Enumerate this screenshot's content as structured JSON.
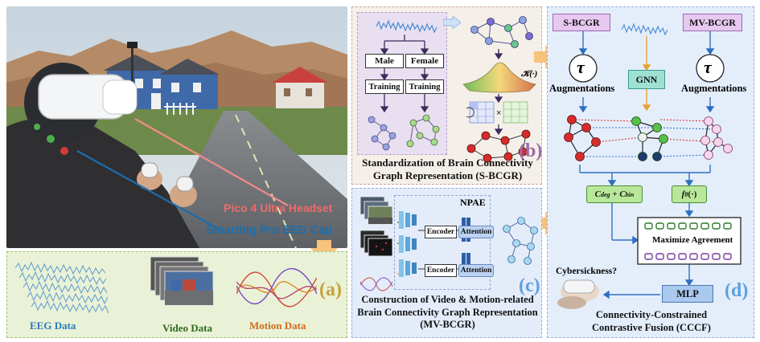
{
  "photo": {
    "headset_label": "Pico 4 Ultra Headset",
    "cap_label": "Smarting Pro EEG Cap"
  },
  "panel_a": {
    "letter": "(a)",
    "eeg_label": "EEG Data",
    "video_label": "Video Data",
    "motion_label": "Motion Data"
  },
  "panel_b": {
    "letter": "(b)",
    "male": "Male",
    "female": "Female",
    "training_1": "Training",
    "training_2": "Training",
    "kernel": "𝒦(·)",
    "caption_line1": "Standardization of Brain Connectivity",
    "caption_line2": "Graph Representation (S-BCGR)"
  },
  "panel_c": {
    "letter": "(c)",
    "npae": "NPAE",
    "encoder_1": "Encoder",
    "encoder_2": "Encoder",
    "attention_1": "Attention",
    "attention_2": "Attention",
    "caption_line1": "Construction of Video & Motion-related",
    "caption_line2": "Brain Connectivity Graph Representation",
    "caption_line3": "(MV-BCGR)"
  },
  "panel_d": {
    "letter": "(d)",
    "sbcgr": "S-BCGR",
    "mvbcgr": "MV-BCGR",
    "tau_left": "τ",
    "tau_right": "τ",
    "aug_left": "Augmentations",
    "aug_right": "Augmentations",
    "gnn": "GNN",
    "cdeg_main": "C",
    "cdeg_sub": "deg",
    "cbin_main": "C",
    "cbin_sub": "bin",
    "plus": " + ",
    "ftheta_main": "f",
    "ftheta_sub": "θ",
    "ftheta_arg": "(·)",
    "maximize": "Maximize Agreement",
    "cybersickness": "Cybersickness?",
    "mlp": "MLP",
    "caption_line1": "Connectivity-Constrained",
    "caption_line2": "Contrastive Fusion (CCCF)"
  },
  "colors": {
    "panel_a_letter": "#c7a23a",
    "panel_b_letter": "#9b6aa8",
    "panel_c_letter": "#5ea0de",
    "panel_d_letter": "#5ea0de",
    "headset_label": "#f06a6a",
    "cap_label": "#1a6fb0",
    "eeg_label": "#2a7bbd",
    "video_label": "#2f6a1f",
    "motion_label": "#d4691e",
    "sbcgr_box": "#e7c8f0",
    "gnn_box": "#9fe0d5",
    "formula_box": "#b9e79a",
    "mlp_box": "#a9c9ef",
    "arrow_orange": "#f7c27a"
  }
}
